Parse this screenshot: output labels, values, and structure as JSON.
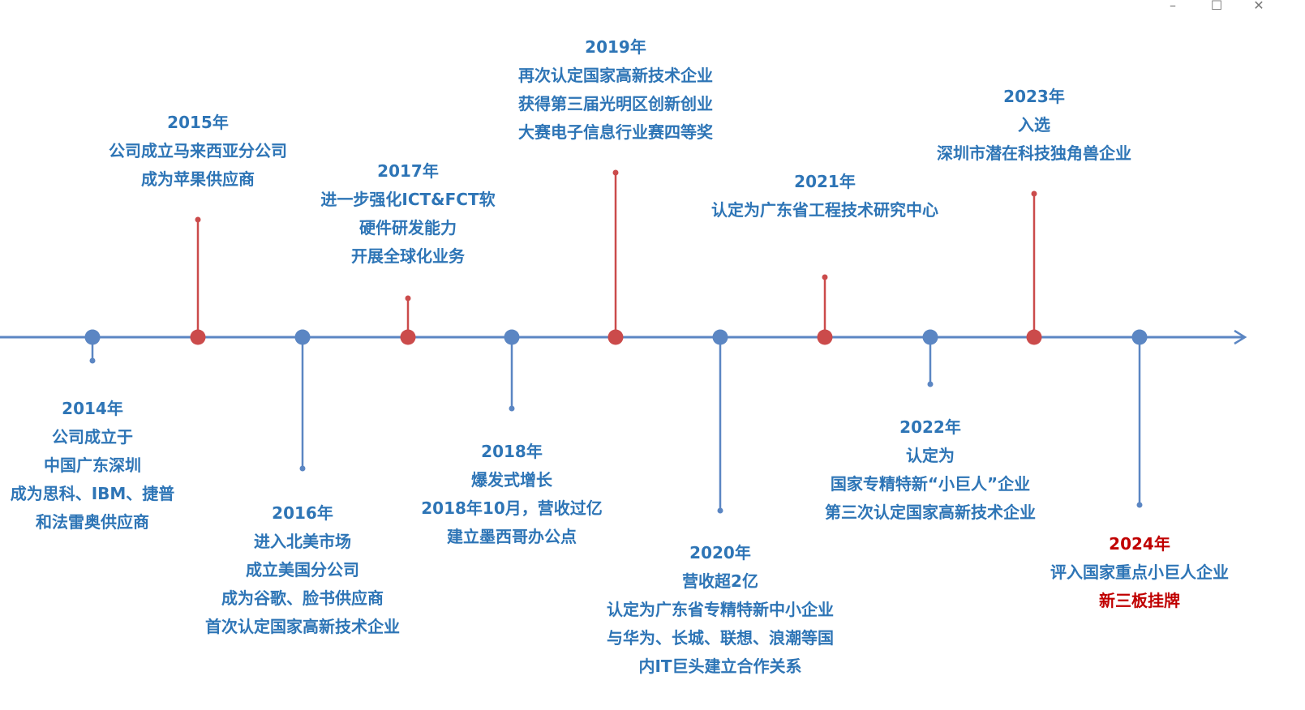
{
  "window_controls": {
    "minimize": "–",
    "maximize": "☐",
    "close": "✕"
  },
  "colors": {
    "blue": "#5b86c3",
    "red": "#cb4b4b",
    "text_blue": "#2e75b6",
    "text_red": "#c00000"
  },
  "events": [
    {
      "year": "2014年",
      "lines": [
        "公司成立于",
        "中国广东深圳",
        "成为思科、IBM、捷普",
        "和法雷奥供应商"
      ],
      "color": "blue",
      "side": "below"
    },
    {
      "year": "2015年",
      "lines": [
        "公司成立马来西亚分公司",
        "成为苹果供应商"
      ],
      "color": "red",
      "side": "above"
    },
    {
      "year": "2016年",
      "lines": [
        "进入北美市场",
        "成立美国分公司",
        "成为谷歌、脸书供应商",
        "首次认定国家高新技术企业"
      ],
      "color": "blue",
      "side": "below"
    },
    {
      "year": "2017年",
      "lines": [
        "进一步强化ICT&FCT软",
        "硬件研发能力",
        "开展全球化业务"
      ],
      "color": "red",
      "side": "above"
    },
    {
      "year": "2018年",
      "lines": [
        "爆发式增长",
        "2018年10月，营收过亿",
        "建立墨西哥办公点"
      ],
      "color": "blue",
      "side": "below"
    },
    {
      "year": "2019年",
      "lines": [
        "再次认定国家高新技术企业",
        "获得第三届光明区创新创业",
        "大赛电子信息行业赛四等奖"
      ],
      "color": "red",
      "side": "above"
    },
    {
      "year": "2020年",
      "lines": [
        "营收超2亿",
        "认定为广东省专精特新中小企业",
        "与华为、长城、联想、浪潮等国",
        "内IT巨头建立合作关系"
      ],
      "color": "blue",
      "side": "below"
    },
    {
      "year": "2021年",
      "lines": [
        "认定为广东省工程技术研究中心"
      ],
      "color": "red",
      "side": "above"
    },
    {
      "year": "2022年",
      "lines": [
        "认定为",
        "国家专精特新“小巨人”企业",
        "第三次认定国家高新技术企业"
      ],
      "color": "blue",
      "side": "below"
    },
    {
      "year": "2023年",
      "lines": [
        "入选",
        "深圳市潜在科技独角兽企业"
      ],
      "color": "red",
      "side": "above"
    },
    {
      "year": "2024年",
      "lines": [
        "评入国家重点小巨人企业",
        "新三板挂牌"
      ],
      "color": "blue",
      "side": "below",
      "year_red": true,
      "red_lines": [
        1
      ]
    }
  ]
}
